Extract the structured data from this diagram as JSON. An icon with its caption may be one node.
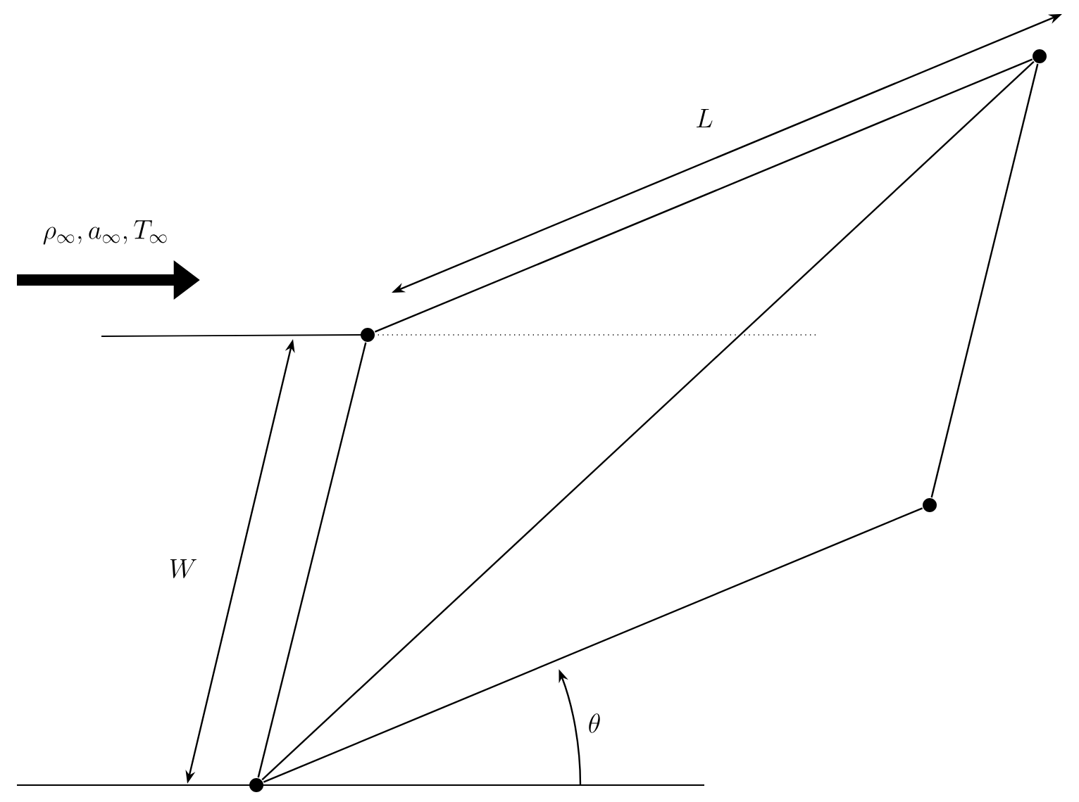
{
  "diagram": {
    "nodes": [
      {
        "text": [],
        "shape": "circle"
      },
      {
        "text": [],
        "shape": "circle"
      },
      {
        "text": [],
        "shape": "circle"
      },
      {
        "text": [],
        "shape": "circle"
      }
    ],
    "edges": [
      {
        "from": 0,
        "to": 1,
        "arrow": "none"
      },
      {
        "from": 1,
        "to": 3,
        "arrow": "none"
      },
      {
        "from": 0,
        "to": 3,
        "arrow": "none"
      },
      {
        "from": 0,
        "to": 2,
        "arrow": "none"
      },
      {
        "from": 2,
        "to": 3,
        "arrow": "none"
      }
    ],
    "labels": [
      "\\rho_{\\infty}, a_{\\infty}, T_{\\infty}",
      "L",
      "W",
      "\\theta"
    ]
  }
}
